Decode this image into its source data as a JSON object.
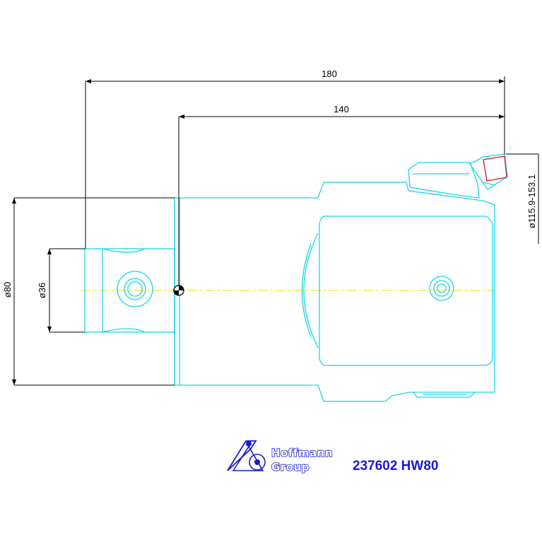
{
  "drawing": {
    "dimensions": {
      "overall_length": "180",
      "gauge_length": "140",
      "body_diameter": "ø80",
      "shank_diameter": "ø36",
      "bore_range": "ø115.9-153.1"
    },
    "part_number": "237602 HW80",
    "logo": {
      "line1": "Hoffmann",
      "line2": "Group"
    },
    "colors": {
      "outline": "#1ad4e6",
      "dimension": "#000000",
      "insert": "#e0101e",
      "centerline": "#e6e600",
      "brand": "#1a1ad6"
    }
  }
}
